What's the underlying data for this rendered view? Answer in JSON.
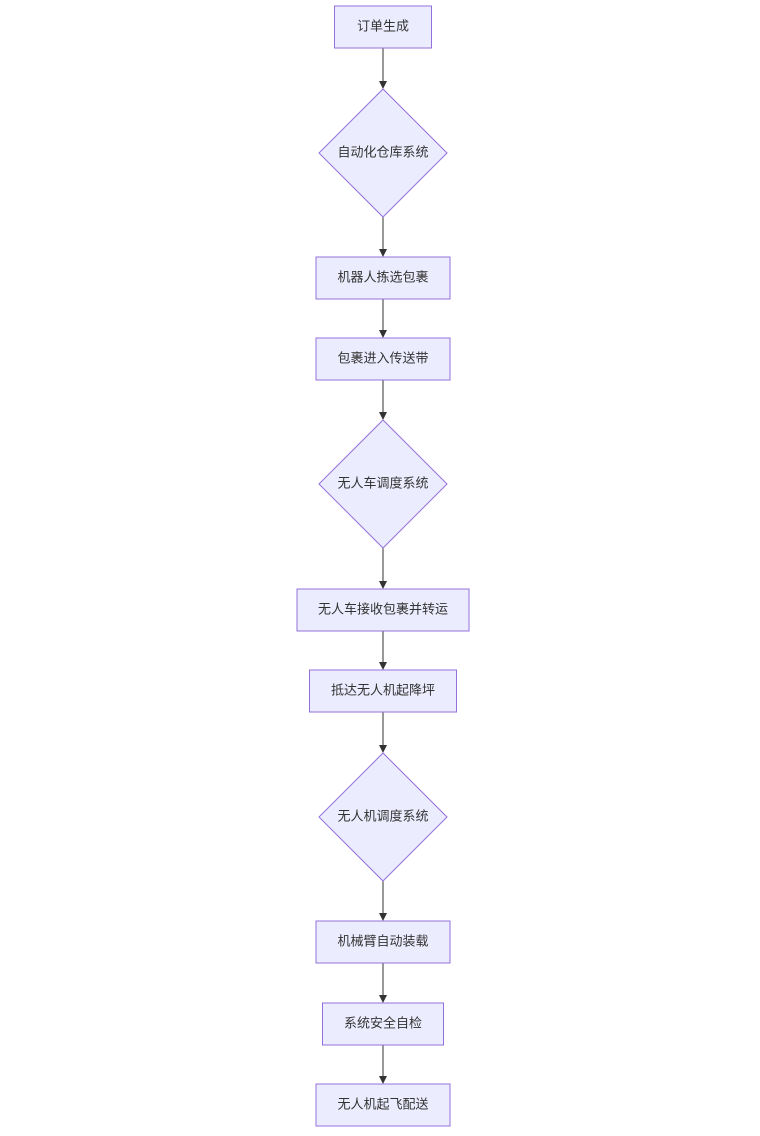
{
  "diagram": {
    "type": "flowchart",
    "direction": "top-to-bottom",
    "colors": {
      "node_fill": "#ECECFF",
      "node_stroke": "#9370DB",
      "edge": "#333333",
      "text": "#333333"
    },
    "nodes": [
      {
        "id": "n1",
        "shape": "process",
        "label": "订单生成"
      },
      {
        "id": "n2",
        "shape": "decision",
        "label": "自动化仓库系统"
      },
      {
        "id": "n3",
        "shape": "process",
        "label": "机器人拣选包裹"
      },
      {
        "id": "n4",
        "shape": "process",
        "label": "包裹进入传送带"
      },
      {
        "id": "n5",
        "shape": "decision",
        "label": "无人车调度系统"
      },
      {
        "id": "n6",
        "shape": "process",
        "label": "无人车接收包裹并转运"
      },
      {
        "id": "n7",
        "shape": "process",
        "label": "抵达无人机起降坪"
      },
      {
        "id": "n8",
        "shape": "decision",
        "label": "无人机调度系统"
      },
      {
        "id": "n9",
        "shape": "process",
        "label": "机械臂自动装载"
      },
      {
        "id": "n10",
        "shape": "process",
        "label": "系统安全自检"
      },
      {
        "id": "n11",
        "shape": "process",
        "label": "无人机起飞配送"
      }
    ],
    "edges": [
      {
        "from": "n1",
        "to": "n2"
      },
      {
        "from": "n2",
        "to": "n3"
      },
      {
        "from": "n3",
        "to": "n4"
      },
      {
        "from": "n4",
        "to": "n5"
      },
      {
        "from": "n5",
        "to": "n6"
      },
      {
        "from": "n6",
        "to": "n7"
      },
      {
        "from": "n7",
        "to": "n8"
      },
      {
        "from": "n8",
        "to": "n9"
      },
      {
        "from": "n9",
        "to": "n10"
      },
      {
        "from": "n10",
        "to": "n11"
      }
    ]
  }
}
